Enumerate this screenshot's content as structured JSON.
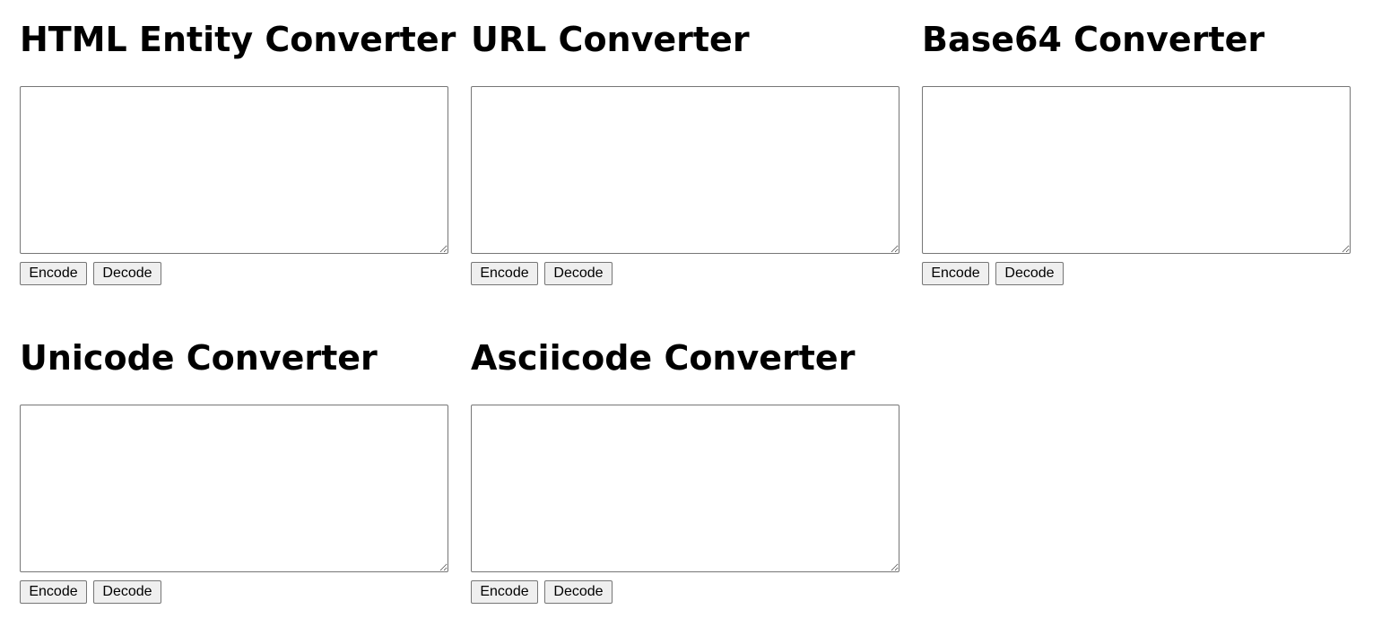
{
  "converters": [
    {
      "title": "HTML Entity Converter",
      "value": "",
      "encode_label": "Encode",
      "decode_label": "Decode"
    },
    {
      "title": "URL Converter",
      "value": "",
      "encode_label": "Encode",
      "decode_label": "Decode"
    },
    {
      "title": "Base64 Converter",
      "value": "",
      "encode_label": "Encode",
      "decode_label": "Decode"
    },
    {
      "title": "Unicode Converter",
      "value": "",
      "encode_label": "Encode",
      "decode_label": "Decode"
    },
    {
      "title": "Asciicode Converter",
      "value": "",
      "encode_label": "Encode",
      "decode_label": "Decode"
    }
  ]
}
